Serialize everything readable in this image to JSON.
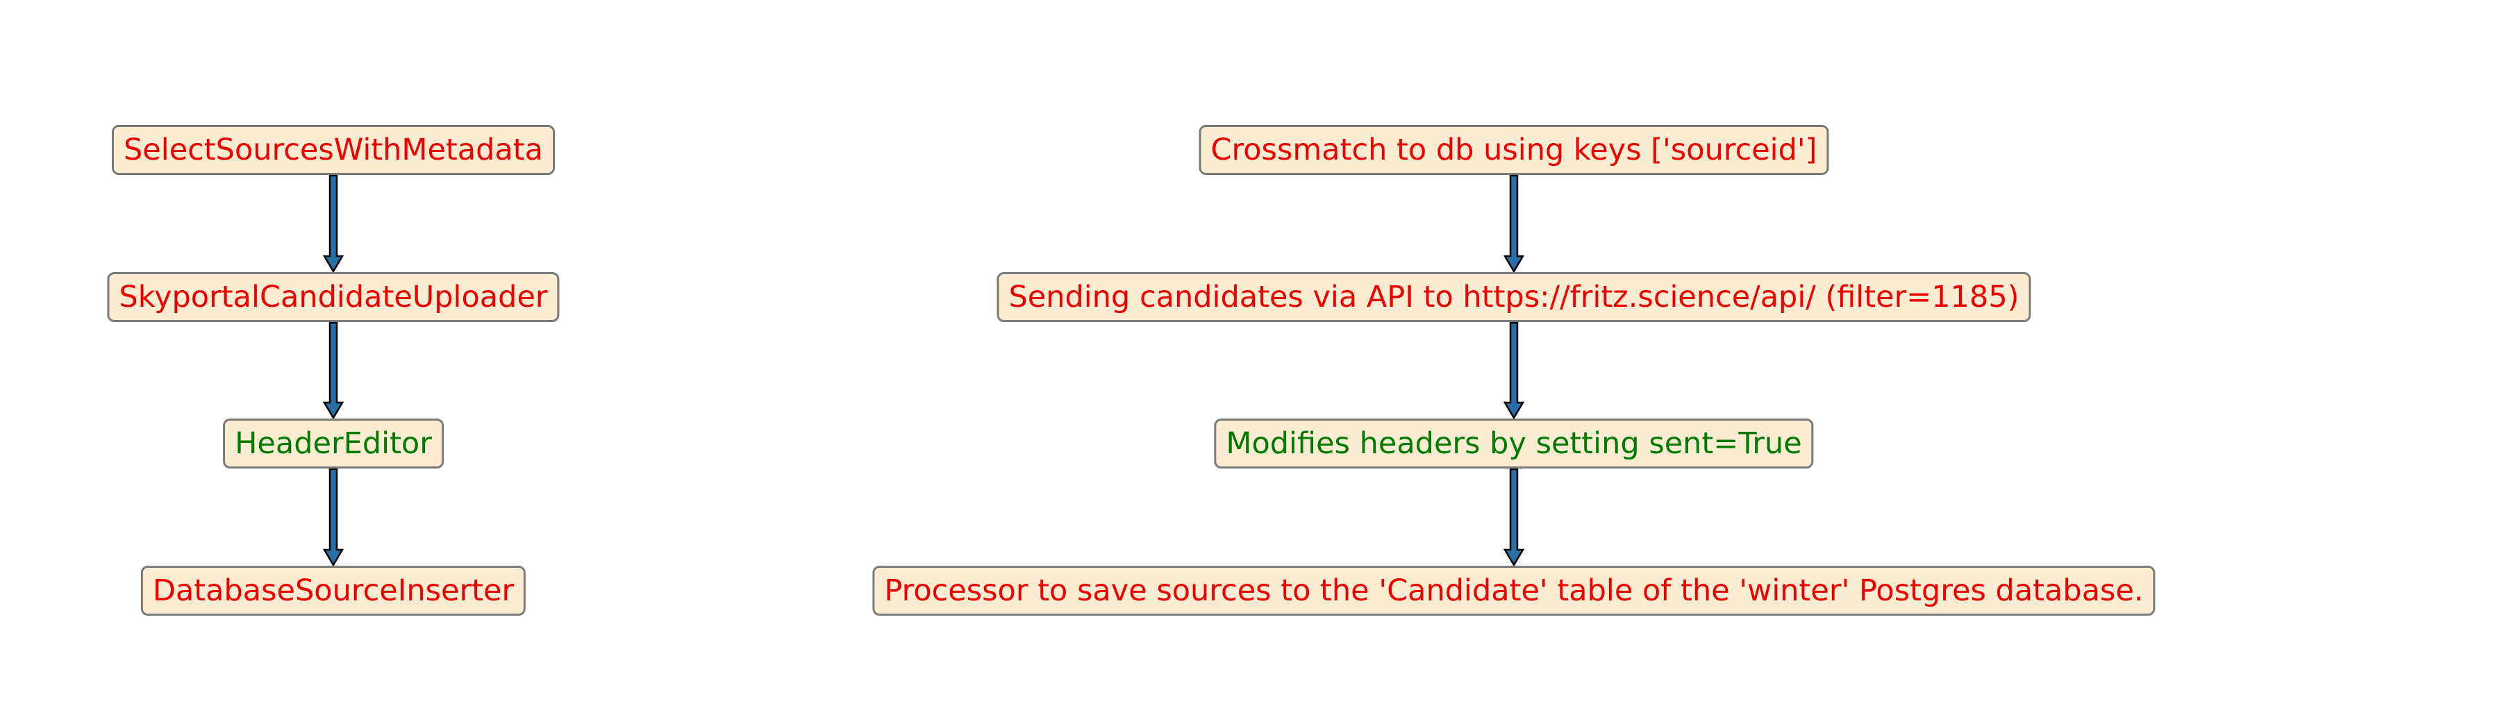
{
  "colors": {
    "node_fill": "#fbecd2",
    "node_border": "#7a7a7a",
    "text_red": "#ee0000",
    "text_green": "#007a00",
    "arrow_fill": "#2a6fa3",
    "arrow_stroke": "#000000"
  },
  "columns": [
    {
      "nodes": [
        {
          "label": "SelectSourcesWithMetadata",
          "color": "red"
        },
        {
          "label": "SkyportalCandidateUploader",
          "color": "red"
        },
        {
          "label": "HeaderEditor",
          "color": "green"
        },
        {
          "label": "DatabaseSourceInserter",
          "color": "red"
        }
      ]
    },
    {
      "nodes": [
        {
          "label": "Crossmatch to db using keys ['sourceid']",
          "color": "red"
        },
        {
          "label": "Sending candidates via API to https://fritz.science/api/ (filter=1185)",
          "color": "red"
        },
        {
          "label": "Modifies headers by setting sent=True",
          "color": "green"
        },
        {
          "label": "Processor to save sources to the 'Candidate' table of the 'winter' Postgres database.",
          "color": "red"
        }
      ]
    }
  ]
}
